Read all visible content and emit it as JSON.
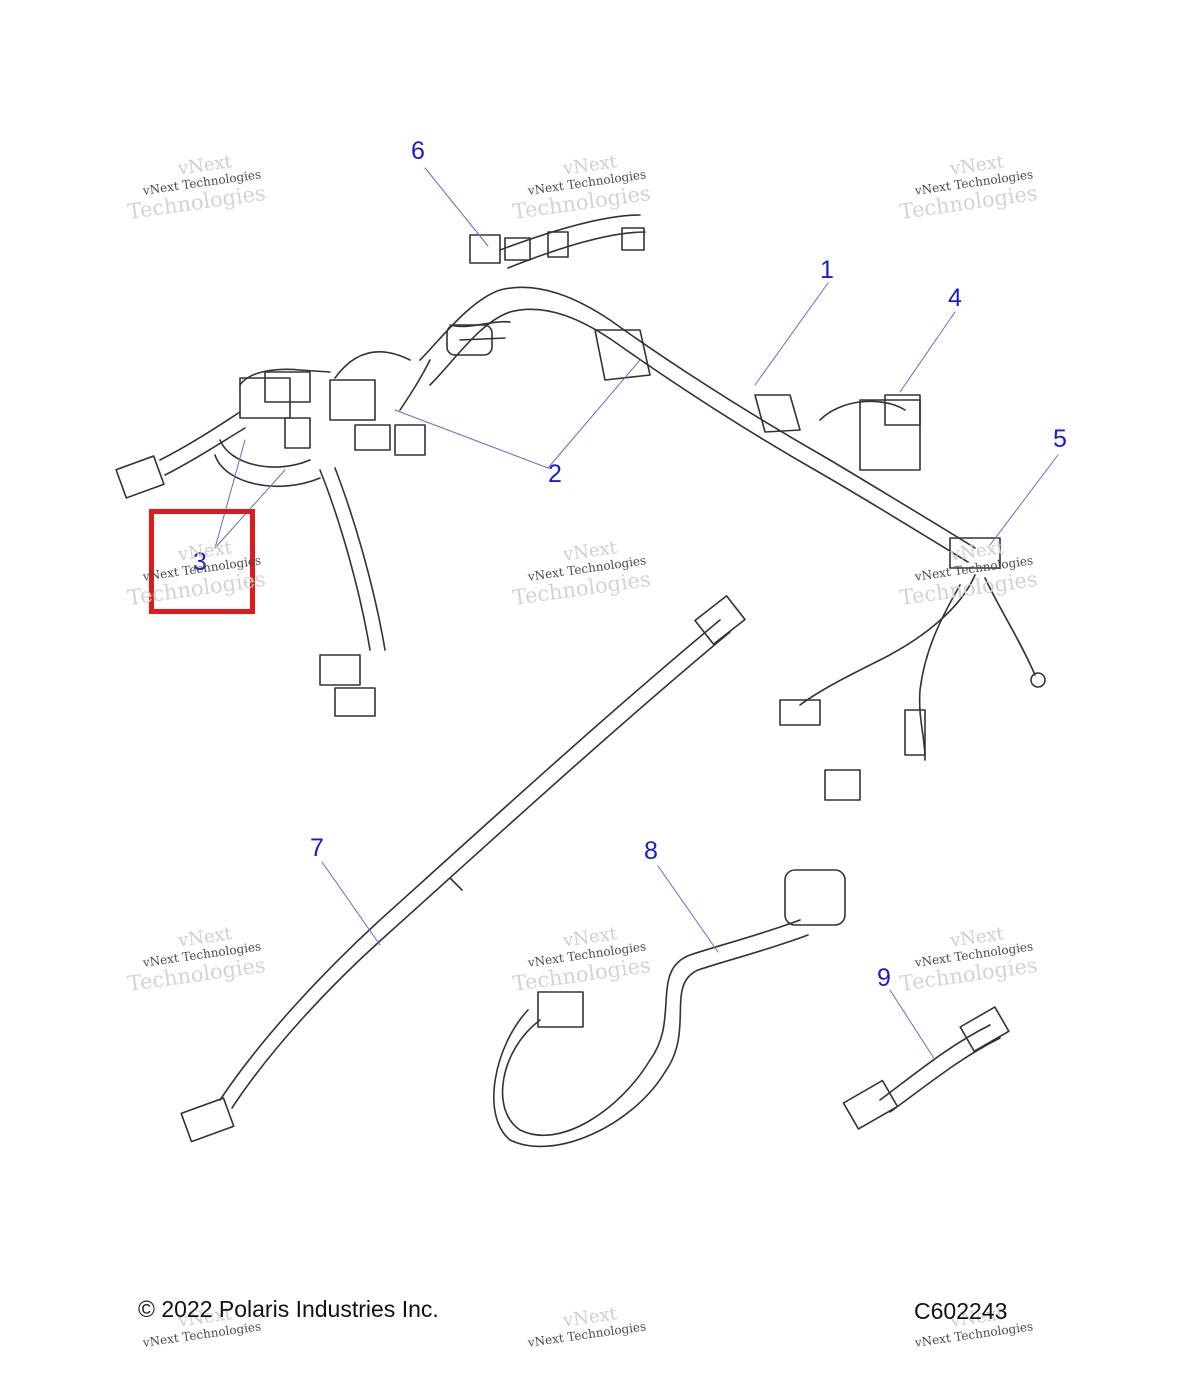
{
  "callouts": [
    "1",
    "2",
    "3",
    "4",
    "5",
    "6",
    "7",
    "8",
    "9"
  ],
  "watermark": {
    "line1": "vNext",
    "line2": "vNext Technologies",
    "line3": "Technologies"
  },
  "footer": {
    "copyright": "© 2022 Polaris Industries Inc.",
    "code": "C602243"
  },
  "colors": {
    "callout": "#1a1ad6",
    "highlight": "#e0191c",
    "leader": "#6a6ad0",
    "line": "#333333"
  }
}
